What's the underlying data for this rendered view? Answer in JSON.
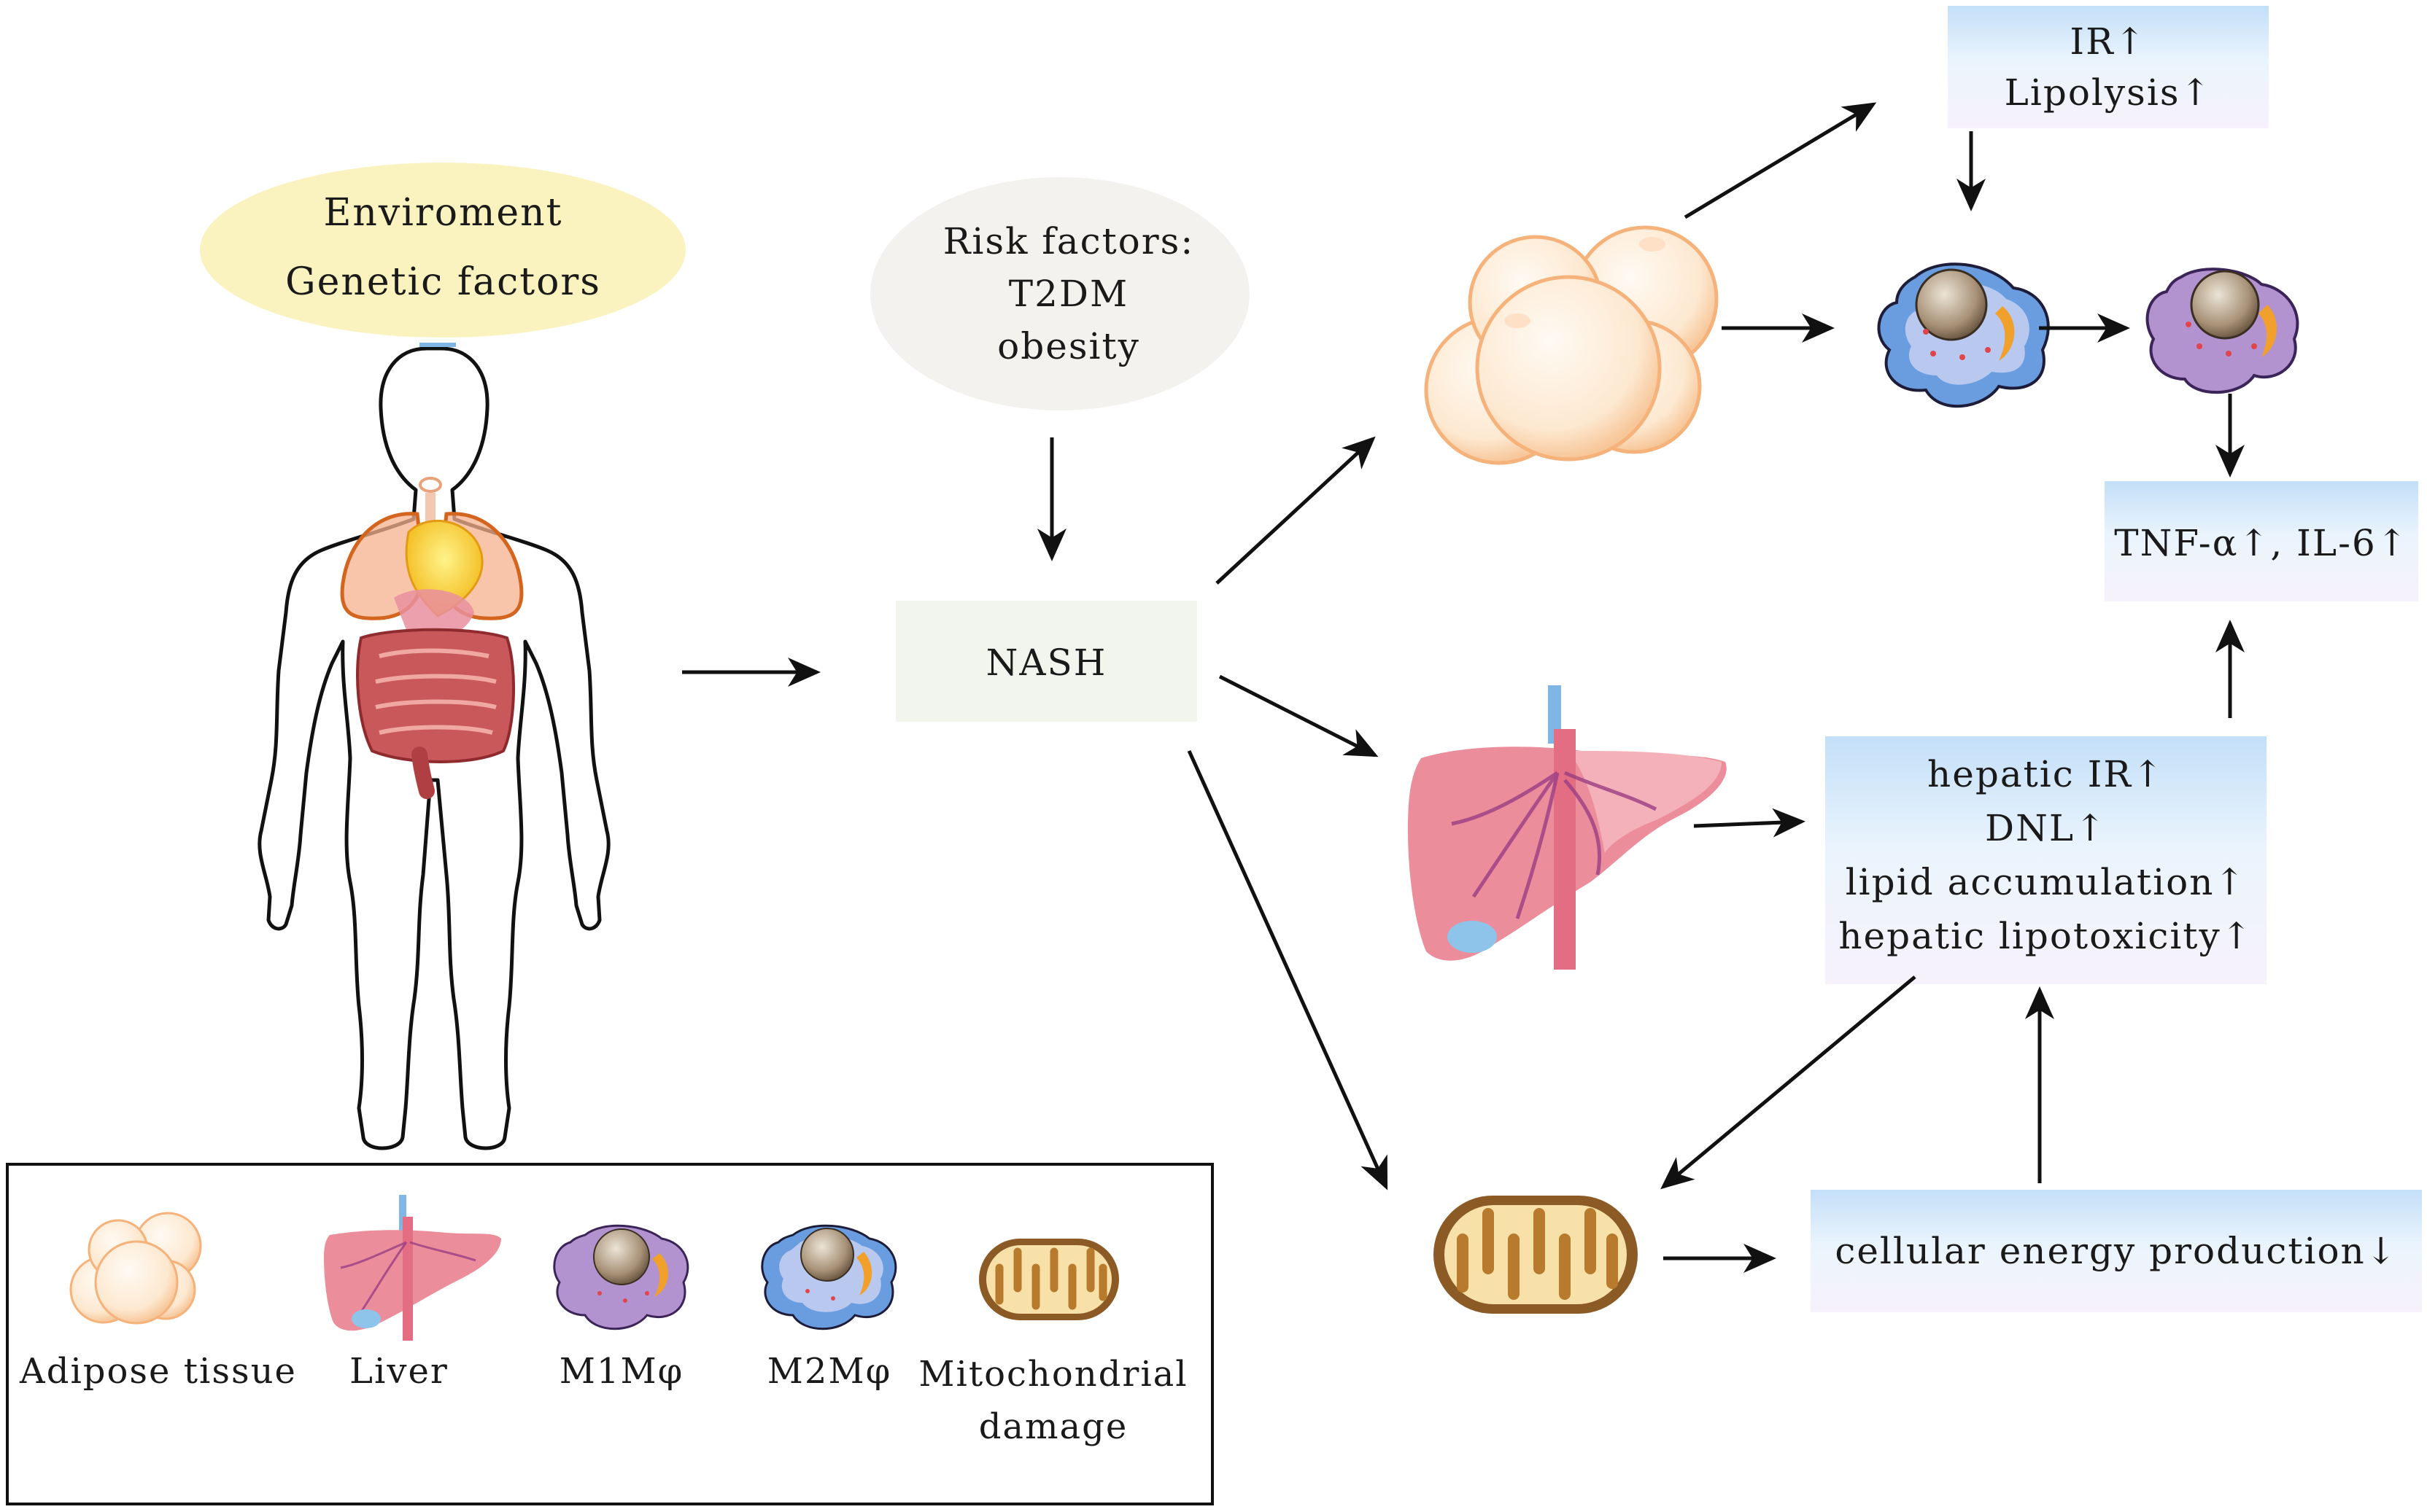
{
  "env_ellipse": {
    "line1": "Enviroment",
    "line2": "Genetic factors"
  },
  "risk_ellipse": {
    "line1": "Risk factors:",
    "line2": "T2DM",
    "line3": "obesity"
  },
  "nash_box": {
    "label": "NASH"
  },
  "ir_box": {
    "line1": "IR↑",
    "line2": "Lipolysis↑"
  },
  "tnf_box": {
    "label": "TNF-α↑, IL-6↑"
  },
  "hepatic_box": {
    "line1": "hepatic IR↑",
    "line2": "DNL↑",
    "line3": "lipid accumulation↑",
    "line4": "hepatic lipotoxicity↑"
  },
  "energy_box": {
    "label": "cellular energy production↓"
  },
  "legend": {
    "adipose": "Adipose tissue",
    "liver": "Liver",
    "m1": "M1Mφ",
    "m2": "M2Mφ",
    "mito_line1": "Mitochondrial",
    "mito_line2": "damage"
  },
  "colors": {
    "adipose": "#fde9d4",
    "liver": "#ec8d9b",
    "m1_macrophage": "#b293d0",
    "m2_macrophage": "#6a9de0",
    "mitochondria": "#d8a548",
    "box_blue": "#c8e2f8",
    "nash_box": "#f2f4ee",
    "env_ellipse": "#faf3c0",
    "risk_ellipse": "#f3f2ee"
  }
}
